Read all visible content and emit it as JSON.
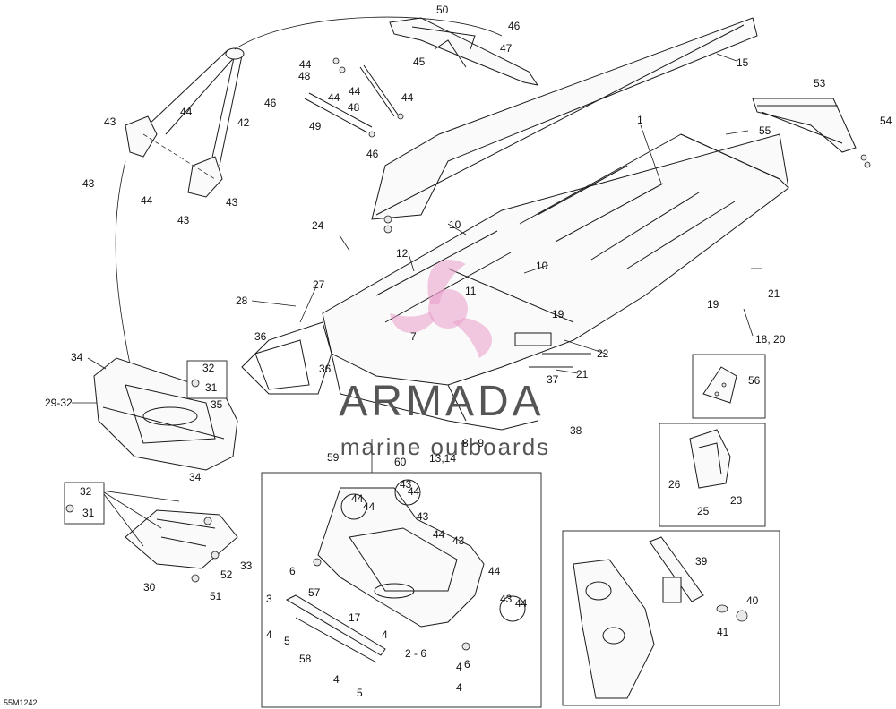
{
  "diagram": {
    "reference_code": "55M1242",
    "watermark": {
      "brand": "ARMADA",
      "tagline": "marine outboards"
    },
    "callouts": {
      "c1": "1",
      "c2_6": "2 - 6",
      "c3": "3",
      "c4a": "4",
      "c4b": "4",
      "c4c": "4",
      "c4d": "4",
      "c4e": "4",
      "c5a": "5",
      "c5b": "5",
      "c6a": "6",
      "c6b": "6",
      "c7": "7",
      "c8_9": "8 - 9",
      "c10a": "10",
      "c10b": "10",
      "c11": "11",
      "c12": "12",
      "c13_14": "13,14",
      "c15": "15",
      "c17": "17",
      "c18_20": "18, 20",
      "c19a": "19",
      "c19b": "19",
      "c21a": "21",
      "c21b": "21",
      "c22": "22",
      "c23": "23",
      "c24": "24",
      "c25": "25",
      "c26": "26",
      "c27": "27",
      "c28": "28",
      "c29_32": "29-32",
      "c30": "30",
      "c31a": "31",
      "c31b": "31",
      "c32a": "32",
      "c32b": "32",
      "c33": "33",
      "c34a": "34",
      "c34b": "34",
      "c35": "35",
      "c36a": "36",
      "c36b": "36",
      "c37": "37",
      "c38": "38",
      "c39": "39",
      "c40": "40",
      "c41": "41",
      "c42": "42",
      "c43a": "43",
      "c43b": "43",
      "c43c": "43",
      "c43d": "43",
      "c43e": "43",
      "c43f": "43",
      "c43g": "43",
      "c43h": "43",
      "c44a": "44",
      "c44b": "44",
      "c44c": "44",
      "c44d": "44",
      "c44e": "44",
      "c44f": "44",
      "c44g": "44",
      "c44h": "44",
      "c44i": "44",
      "c44j": "44",
      "c44k": "44",
      "c44l": "44",
      "c45": "45",
      "c46a": "46",
      "c46b": "46",
      "c46c": "46",
      "c47": "47",
      "c48a": "48",
      "c48b": "48",
      "c49": "49",
      "c50": "50",
      "c51": "51",
      "c52": "52",
      "c53": "53",
      "c54": "54",
      "c55": "55",
      "c56": "56",
      "c57": "57",
      "c58": "58",
      "c59": "59",
      "c60": "60"
    }
  }
}
